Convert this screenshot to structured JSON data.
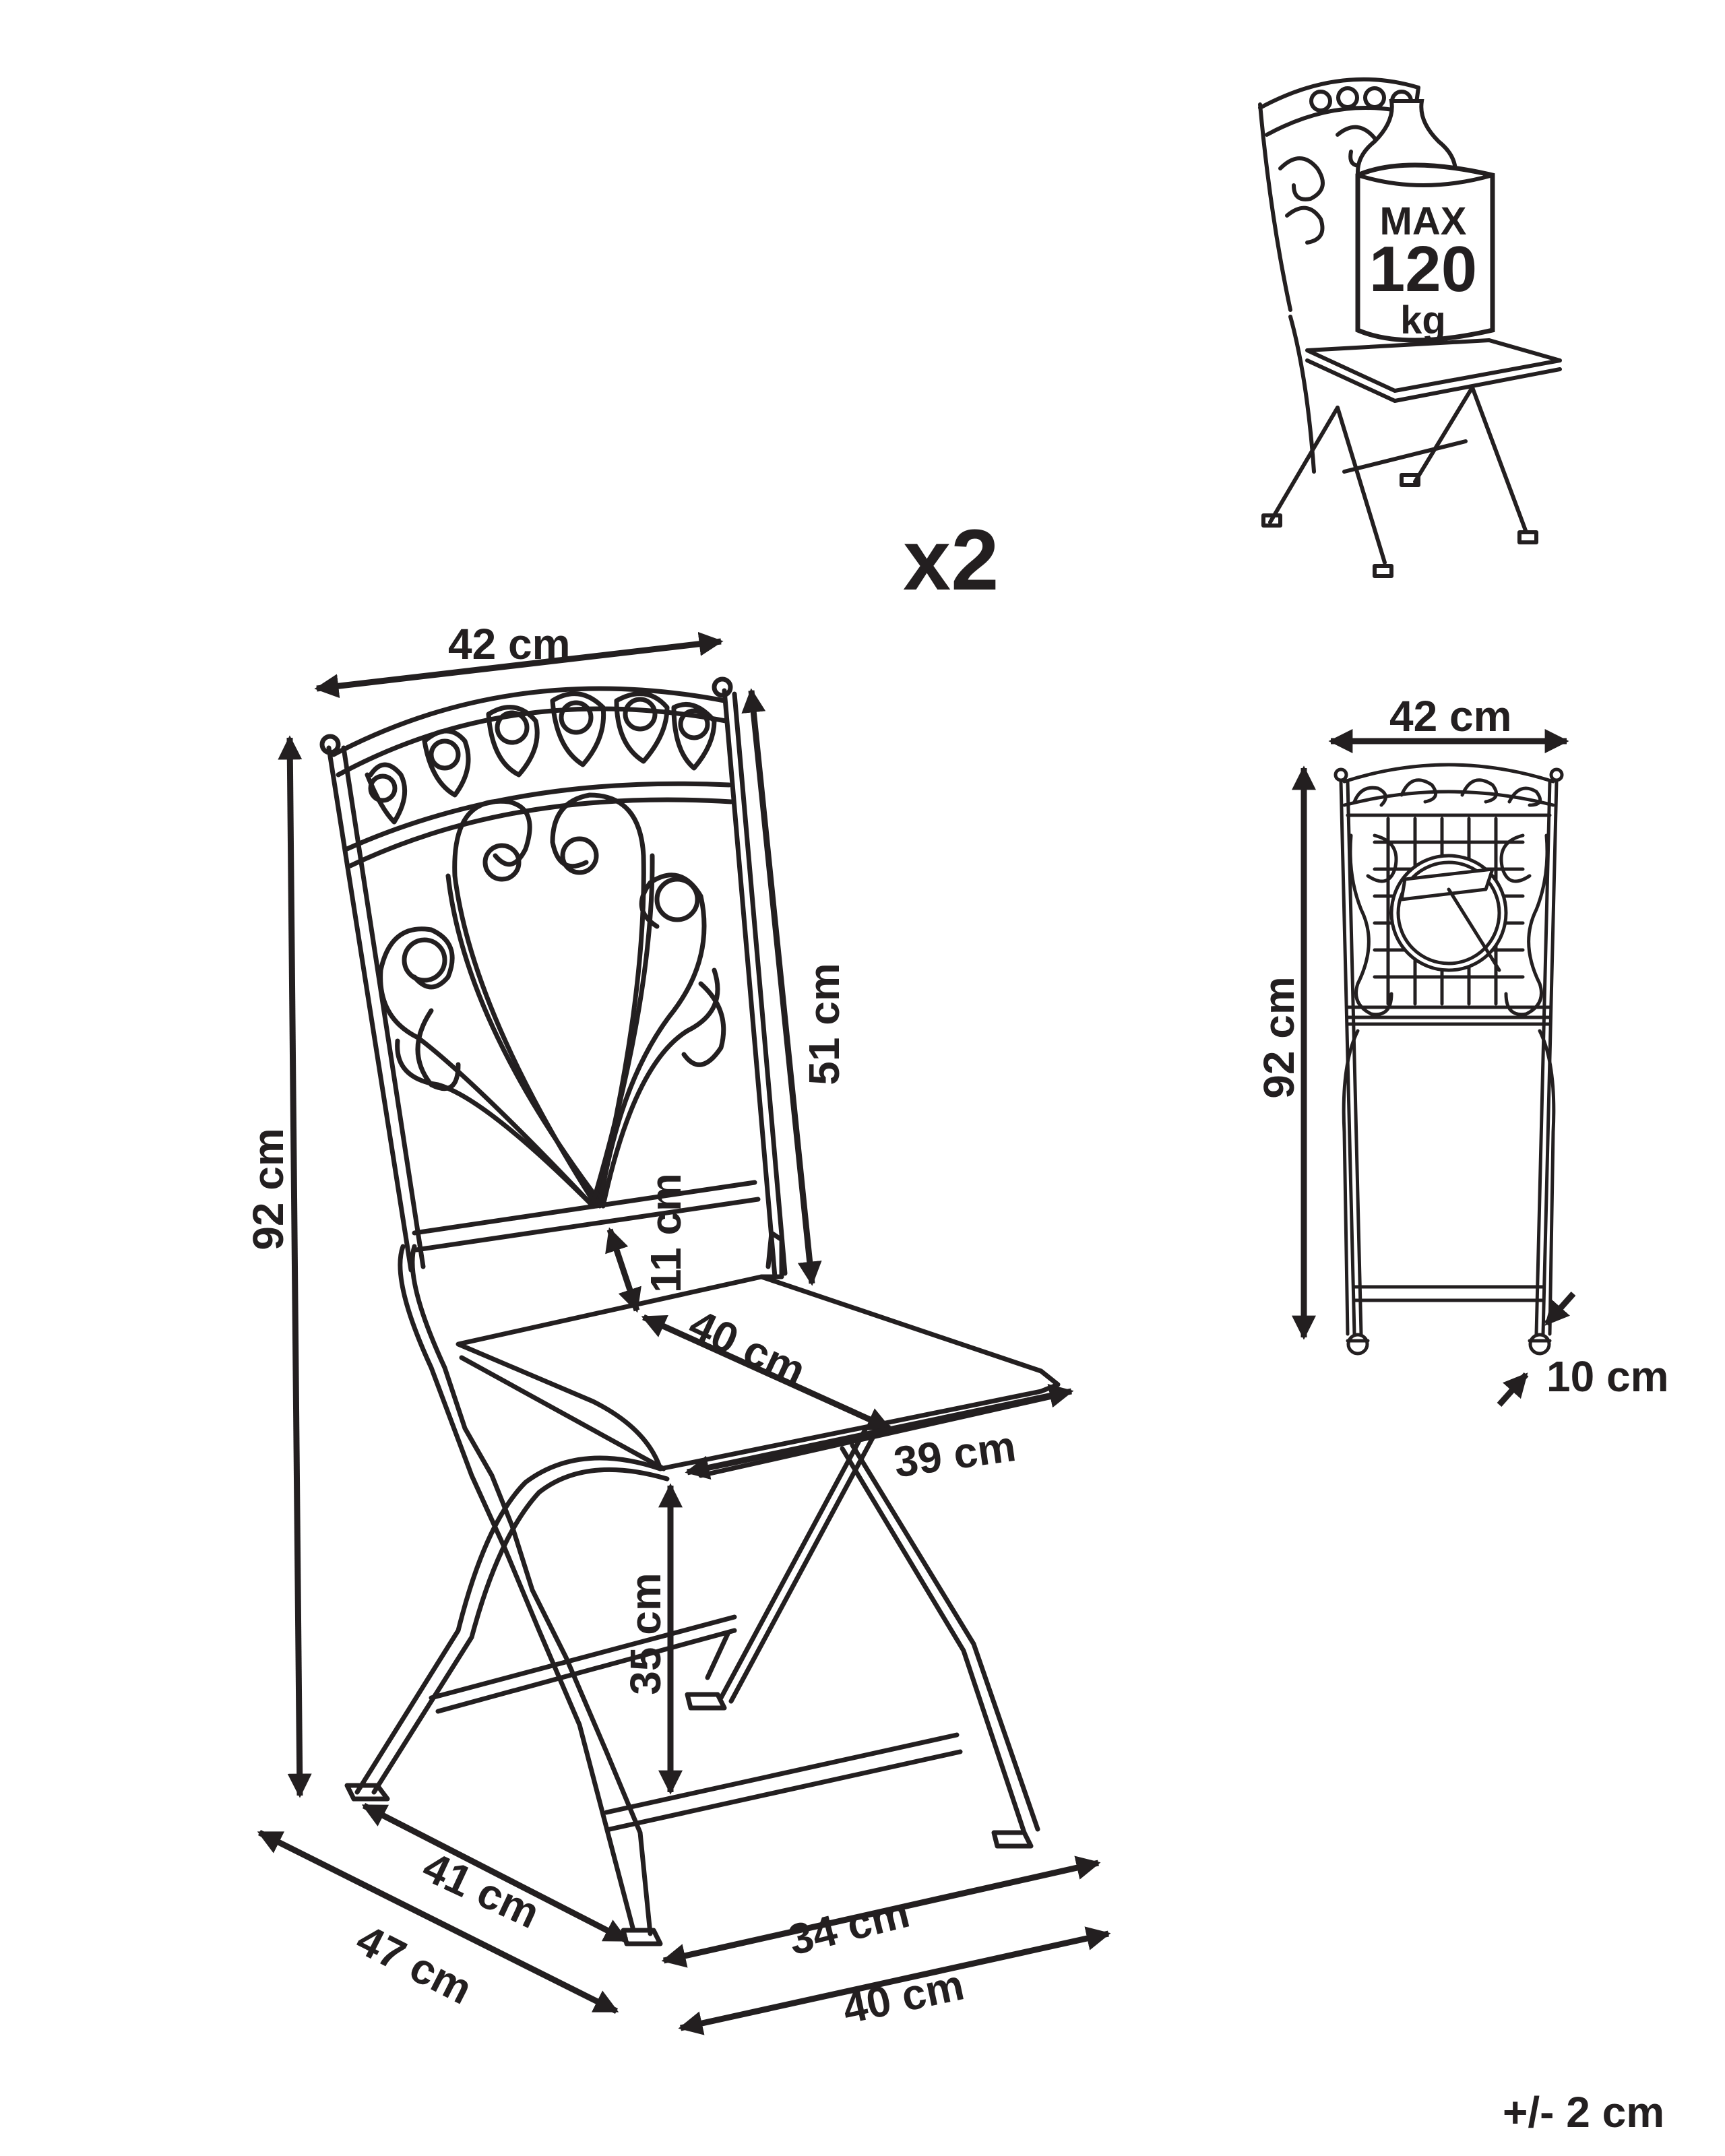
{
  "quantity": "x2",
  "tolerance": "+/- 2 cm",
  "max_load": {
    "line1": "MAX",
    "line2": "120",
    "line3": "kg"
  },
  "main_view": {
    "width_top": "42 cm",
    "backrest_height": "51 cm",
    "total_height": "92 cm",
    "armgap": "11 cm",
    "seat_depth": "40 cm",
    "seat_width": "39 cm",
    "seat_height": "35 cm",
    "inner_depth": "41 cm",
    "outer_depth": "47 cm",
    "inner_width": "34 cm",
    "outer_width": "40 cm"
  },
  "folded_view": {
    "width": "42 cm",
    "height": "92 cm",
    "thickness": "10 cm"
  },
  "colors": {
    "ink": "#231f20",
    "background": "#ffffff"
  }
}
